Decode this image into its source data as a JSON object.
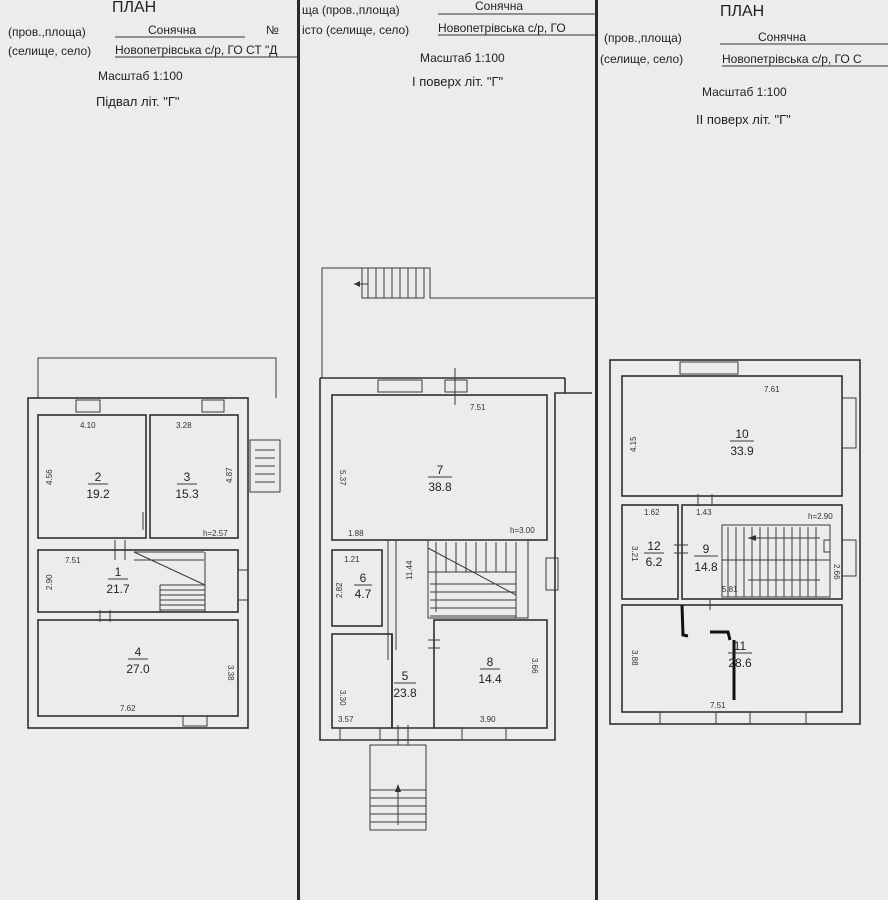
{
  "panel1": {
    "plan_title": "ПЛАН",
    "street_label": "(пров.,площа)",
    "street_value": "Сонячна",
    "no_label": "№",
    "place_label": "(селище, село)",
    "place_value": "Новопетрівська с/р, ГО СТ \"Д",
    "scale": "Масштаб 1:100",
    "floor_title": "Підвал літ. \"Г\"",
    "rooms": [
      {
        "num": "2",
        "area": "19.2"
      },
      {
        "num": "3",
        "area": "15.3"
      },
      {
        "num": "1",
        "area": "21.7"
      },
      {
        "num": "4",
        "area": "27.0"
      }
    ],
    "dims": [
      "4.10",
      "3.28",
      "4.56",
      "4.87",
      "h=2.57",
      "7.51",
      "2.90",
      "3.38",
      "7.62"
    ]
  },
  "panel2": {
    "street_label": "ща (пров.,площа)",
    "street_value": "Сонячна",
    "place_label": "істо (селище, село)",
    "place_value": "Новопетрівська с/р, ГО",
    "scale": "Масштаб 1:100",
    "floor_title": "I поверх літ. \"Г\"",
    "rooms": [
      {
        "num": "7",
        "area": "38.8"
      },
      {
        "num": "6",
        "area": "4.7"
      },
      {
        "num": "5",
        "area": "23.8"
      },
      {
        "num": "8",
        "area": "14.4"
      }
    ],
    "dims": [
      "7.51",
      "5.37",
      "1.88",
      "h=3.00",
      "1.21",
      "2.82",
      "11.44",
      "3.30",
      "3.66",
      "3.57",
      "3.90"
    ]
  },
  "panel3": {
    "plan_title": "ПЛАН",
    "street_label": "(пров.,площа)",
    "street_value": "Сонячна",
    "place_label": "(селище, село)",
    "place_value": "Новопетрівська с/р, ГО С",
    "scale": "Масштаб 1:100",
    "floor_title": "II поверх літ. \"Г\"",
    "rooms": [
      {
        "num": "10",
        "area": "33.9"
      },
      {
        "num": "12",
        "area": "6.2"
      },
      {
        "num": "9",
        "area": "14.8"
      },
      {
        "num": "11",
        "area": "28.6"
      }
    ],
    "dims": [
      "7.61",
      "4.15",
      "1.62",
      "1.43",
      "h=2.90",
      "3.21",
      "2.66",
      "5.81",
      "3.88",
      "7.51"
    ]
  }
}
